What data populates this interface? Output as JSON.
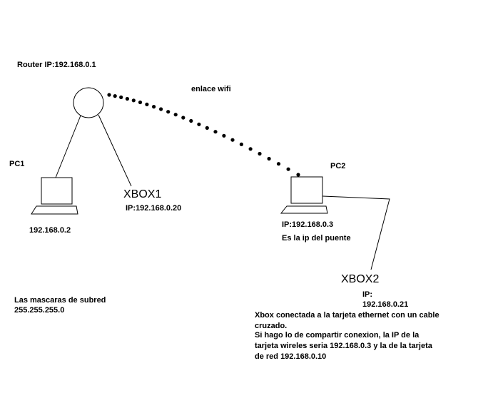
{
  "router": {
    "label": "Router IP:192.168.0.1"
  },
  "wifi": {
    "label": "enlace wifi"
  },
  "pc1": {
    "label": "PC1",
    "ip": "192.168.0.2"
  },
  "xbox1": {
    "label": "XBOX1",
    "ip": "IP:192.168.0.20"
  },
  "pc2": {
    "label": "PC2",
    "ip": "IP:192.168.0.3",
    "note": "Es la ip del puente"
  },
  "xbox2": {
    "label": "XBOX2",
    "ip_label": "IP:",
    "ip": "192.168.0.21"
  },
  "subnet": {
    "title": "Las mascaras de subred",
    "value": "255.255.255.0"
  },
  "explanation": {
    "line1": "Xbox conectada a la tarjeta ethernet con un cable cruzado.",
    "line2": "Si hago lo de compartir conexion, la IP de la tarjeta wireles seria 192.168.0.3 y la de la tarjeta de red 192.168.0.10"
  },
  "colors": {
    "stroke": "#000000",
    "background": "#ffffff"
  }
}
